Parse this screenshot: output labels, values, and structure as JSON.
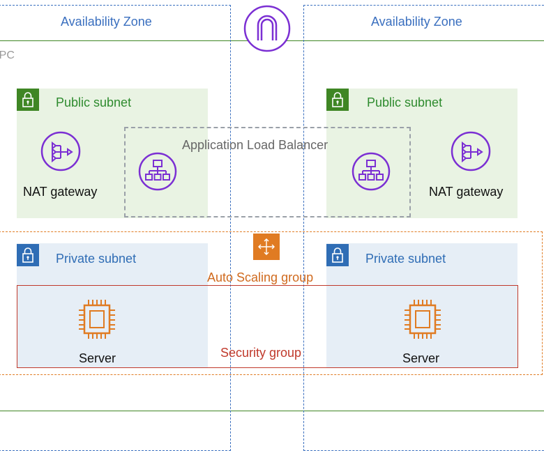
{
  "availability_zones": [
    {
      "label": "Availability Zone"
    },
    {
      "label": "Availability Zone"
    }
  ],
  "vpc": {
    "label": "VPC"
  },
  "public_subnets": [
    {
      "label": "Public subnet"
    },
    {
      "label": "Public subnet"
    }
  ],
  "private_subnets": [
    {
      "label": "Private subnet"
    },
    {
      "label": "Private subnet"
    }
  ],
  "nat_gateways": [
    {
      "label": "NAT gateway"
    },
    {
      "label": "NAT gateway"
    }
  ],
  "load_balancer": {
    "label": "Application Load Balancer"
  },
  "auto_scaling_group": {
    "label": "Auto Scaling group"
  },
  "security_group": {
    "label": "Security group"
  },
  "servers": [
    {
      "label": "Server"
    },
    {
      "label": "Server"
    }
  ],
  "icons": {
    "internet_gateway": "internet-gateway-icon",
    "nat_gateway": "nat-gateway-icon",
    "load_balancer": "load-balancer-icon",
    "auto_scaling": "auto-scaling-icon",
    "server": "ec2-instance-icon",
    "subnet_lock": "lock-icon"
  },
  "colors": {
    "public_green": "#3f8624",
    "private_blue": "#2f6db5",
    "public_fill": "#e9f3e3",
    "private_fill": "#e6eef6",
    "purple": "#7b2fd3",
    "orange": "#e07b22",
    "security_red": "#c0392b",
    "az_blue": "#3a6fbf"
  }
}
